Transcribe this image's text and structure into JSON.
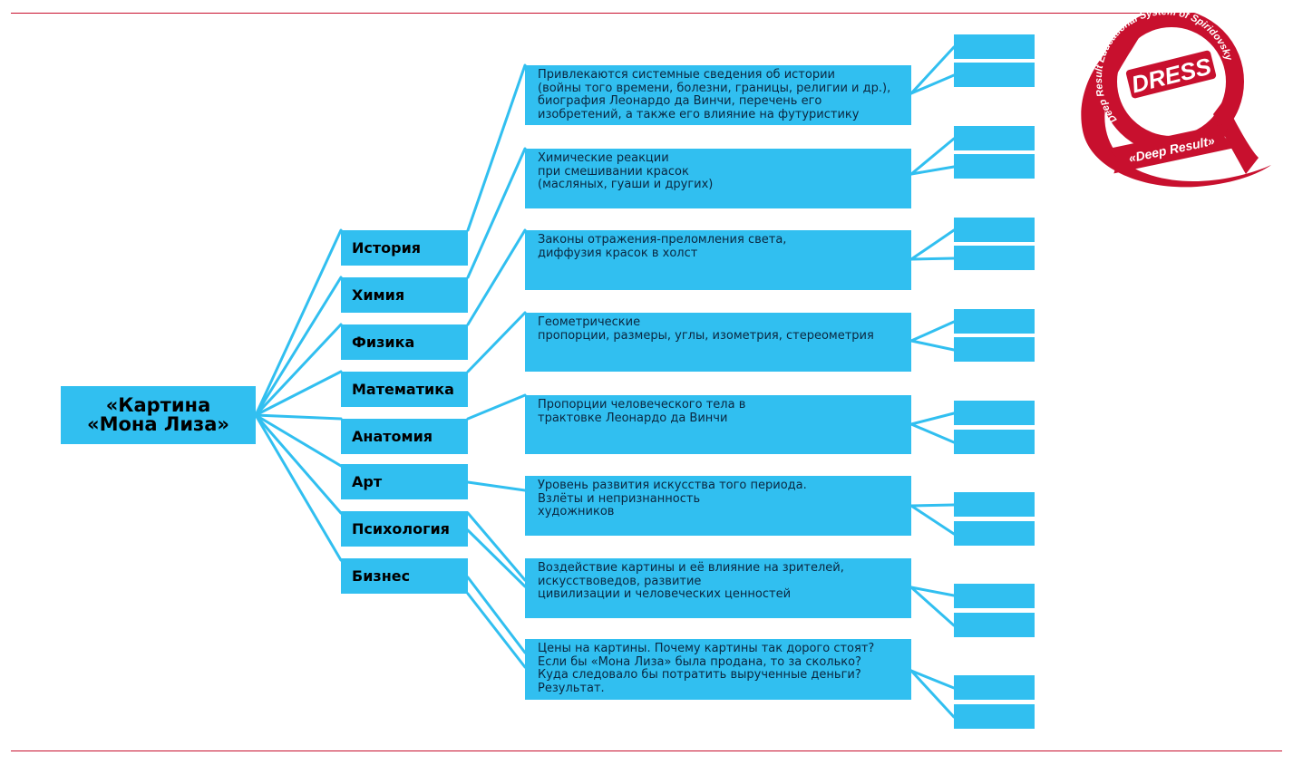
{
  "root": {
    "lines": [
      "«Картина",
      "«Мона Лиза»"
    ]
  },
  "subjects": [
    {
      "label": "История"
    },
    {
      "label": "Химия"
    },
    {
      "label": "Физика"
    },
    {
      "label": "Математика"
    },
    {
      "label": "Анатомия"
    },
    {
      "label": "Арт"
    },
    {
      "label": "Психология"
    },
    {
      "label": "Бизнес"
    }
  ],
  "details": [
    {
      "lines": [
        "Привлекаются системные сведения об истории",
        "(войны того времени, болезни, границы, религии и др.),",
        "биография Леонардо да Винчи, перечень его",
        "изобретений, а также его влияние на футуристику"
      ]
    },
    {
      "lines": [
        "Химические реакции",
        "при смешивании красок",
        "(масляных, гуаши и других)"
      ]
    },
    {
      "lines": [
        "Законы отражения-преломления света,",
        "диффузия красок в холст"
      ]
    },
    {
      "lines": [
        "Геометрические",
        "пропорции, размеры, углы, изометрия, стереометрия"
      ]
    },
    {
      "lines": [
        "Пропорции человеческого тела в",
        "трактовке Леонардо да Винчи"
      ]
    },
    {
      "lines": [
        "Уровень развития искусства того периода.",
        "Взлёты и непризнанность",
        "художников"
      ]
    },
    {
      "lines": [
        "Воздействие картины и её влияние на зрителей,",
        "искусствоведов, развитие",
        "цивилизации и человеческих ценностей"
      ]
    },
    {
      "lines": [
        "Цены на картины. Почему картины так дорого стоят?",
        "Если бы «Мона Лиза» была продана, то за сколько?",
        "Куда следовало бы потратить вырученные деньги?",
        "Результат."
      ]
    }
  ],
  "logo": {
    "brand": "DRESS",
    "ring_text": "Deep Result Educational System of Spiridovsky",
    "banner": "«Deep Result»"
  },
  "colors": {
    "box": "#31bff0",
    "connector": "#31bff0",
    "accent_red": "#c8102e"
  }
}
